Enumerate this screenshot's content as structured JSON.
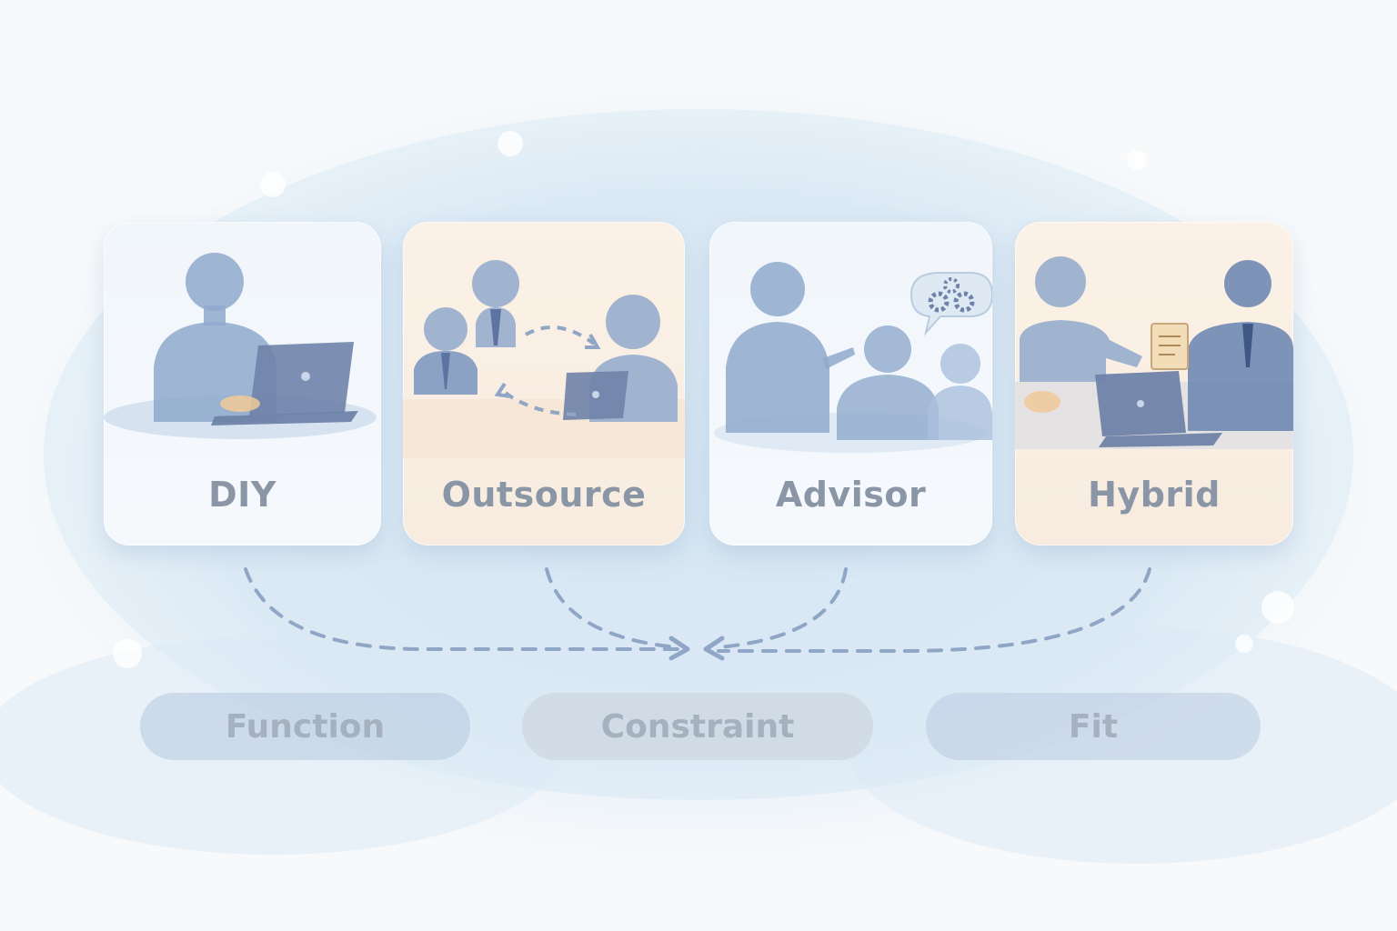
{
  "cards": [
    {
      "id": "diy",
      "label": "DIY"
    },
    {
      "id": "outsource",
      "label": "Outsource"
    },
    {
      "id": "advisor",
      "label": "Advisor"
    },
    {
      "id": "hybrid",
      "label": "Hybrid"
    }
  ],
  "pills": [
    {
      "id": "function",
      "label": "Function"
    },
    {
      "id": "constraint",
      "label": "Constraint"
    },
    {
      "id": "fit",
      "label": "Fit"
    }
  ],
  "colors": {
    "silhouette": "#8fa9cc",
    "laptop": "#6f82a8",
    "warm_card": "#fbf1e6",
    "cool_card": "#f1f6fb",
    "arrow": "#8fa6c6",
    "label_text": "#8a96a6"
  }
}
